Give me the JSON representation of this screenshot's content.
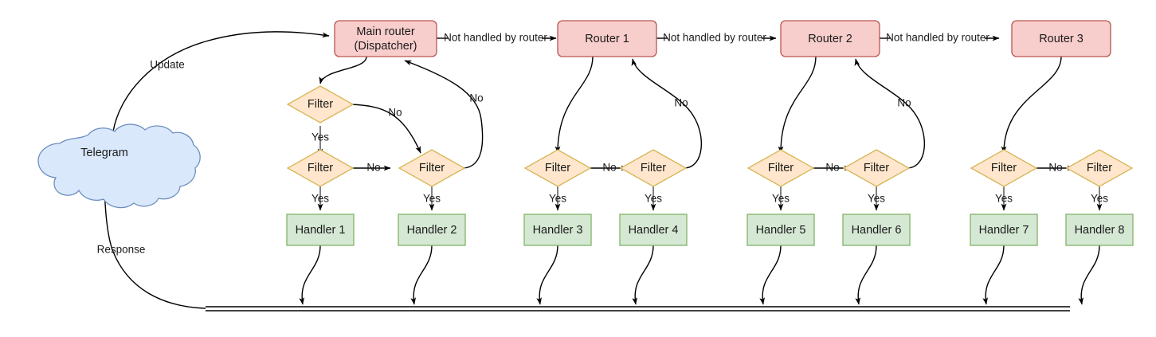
{
  "diagram": {
    "title": "Telegram bot update routing flow",
    "colors": {
      "router_fill": "#f8cecc",
      "router_stroke": "#b85450",
      "filter_fill": "#ffe6cc",
      "filter_stroke": "#d6b656",
      "handler_fill": "#d5e8d4",
      "handler_stroke": "#82b366",
      "cloud_fill": "#dae8fc",
      "cloud_stroke": "#6c8ebf",
      "edge": "#000000",
      "edge_gray": "#4d4d4d",
      "text": "#1a1a1a"
    },
    "cloud": {
      "label": "Telegram"
    },
    "routers": [
      {
        "id": "main-router",
        "line1": "Main router",
        "line2": "(Dispatcher)"
      },
      {
        "id": "router-1",
        "line1": "Router 1",
        "line2": ""
      },
      {
        "id": "router-2",
        "line1": "Router 2",
        "line2": ""
      },
      {
        "id": "router-3",
        "line1": "Router 3",
        "line2": ""
      }
    ],
    "filters": [
      {
        "id": "filter-a",
        "label": "Filter"
      },
      {
        "id": "filter-1",
        "label": "Filter"
      },
      {
        "id": "filter-2",
        "label": "Filter"
      },
      {
        "id": "filter-3",
        "label": "Filter"
      },
      {
        "id": "filter-4",
        "label": "Filter"
      },
      {
        "id": "filter-5",
        "label": "Filter"
      },
      {
        "id": "filter-6",
        "label": "Filter"
      },
      {
        "id": "filter-7",
        "label": "Filter"
      },
      {
        "id": "filter-8",
        "label": "Filter"
      }
    ],
    "handlers": [
      {
        "id": "handler-1",
        "label": "Handler 1"
      },
      {
        "id": "handler-2",
        "label": "Handler 2"
      },
      {
        "id": "handler-3",
        "label": "Handler 3"
      },
      {
        "id": "handler-4",
        "label": "Handler 4"
      },
      {
        "id": "handler-5",
        "label": "Handler 5"
      },
      {
        "id": "handler-6",
        "label": "Handler 6"
      },
      {
        "id": "handler-7",
        "label": "Handler 7"
      },
      {
        "id": "handler-8",
        "label": "Handler 8"
      }
    ],
    "edge_labels": {
      "update": "Update",
      "response": "Response",
      "not_handled": "Not handled by router",
      "yes": "Yes",
      "no": "No"
    },
    "not_handled_labels": [
      "Not handled by router",
      "Not handled by router",
      "Not handled by router"
    ],
    "yes_labels": [
      "Yes",
      "Yes",
      "Yes",
      "Yes",
      "Yes",
      "Yes",
      "Yes",
      "Yes"
    ],
    "no_labels": [
      "No",
      "No",
      "No",
      "No",
      "No",
      "No",
      "No",
      "No",
      "No",
      "No"
    ]
  }
}
